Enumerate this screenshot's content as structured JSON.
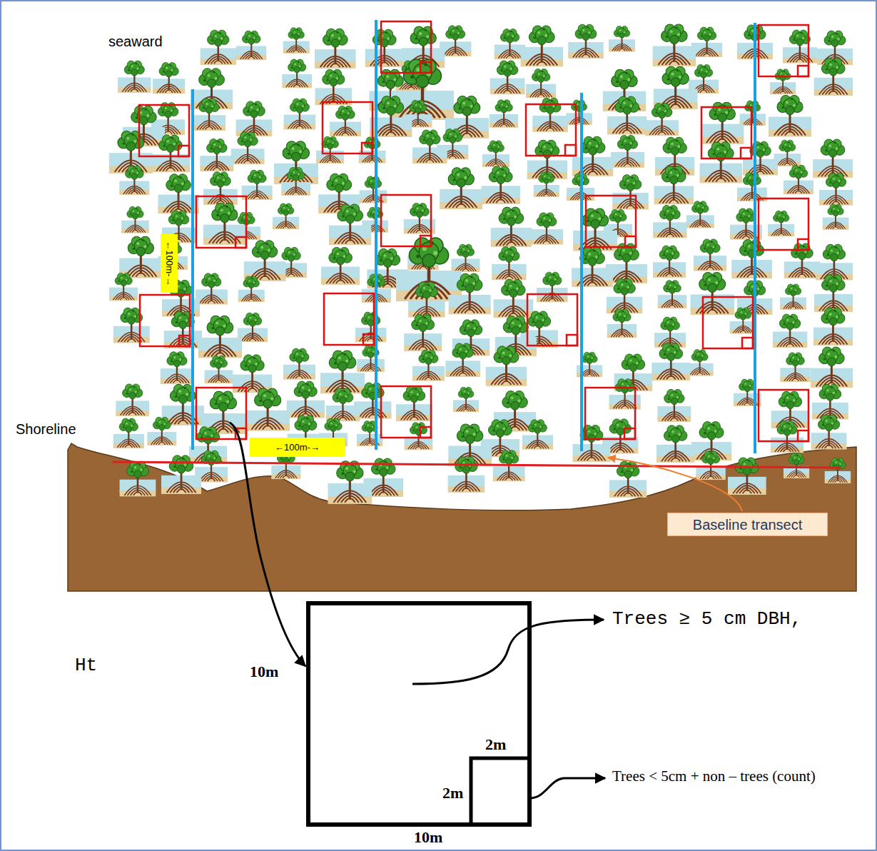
{
  "diagram": {
    "nodes": [
      {
        "text": [
          "←100m-→"
        ]
      },
      {
        "text": [
          "←100m-→"
        ]
      },
      {
        "text": [
          "Baseline transect"
        ]
      }
    ],
    "labels": [
      "seaward",
      "Shoreline",
      "Trees ≥ 5 cm DBH,",
      "Ht",
      "10m",
      "2m",
      "Trees < 5cm + non – trees (count)",
      "2m",
      "10m"
    ]
  }
}
